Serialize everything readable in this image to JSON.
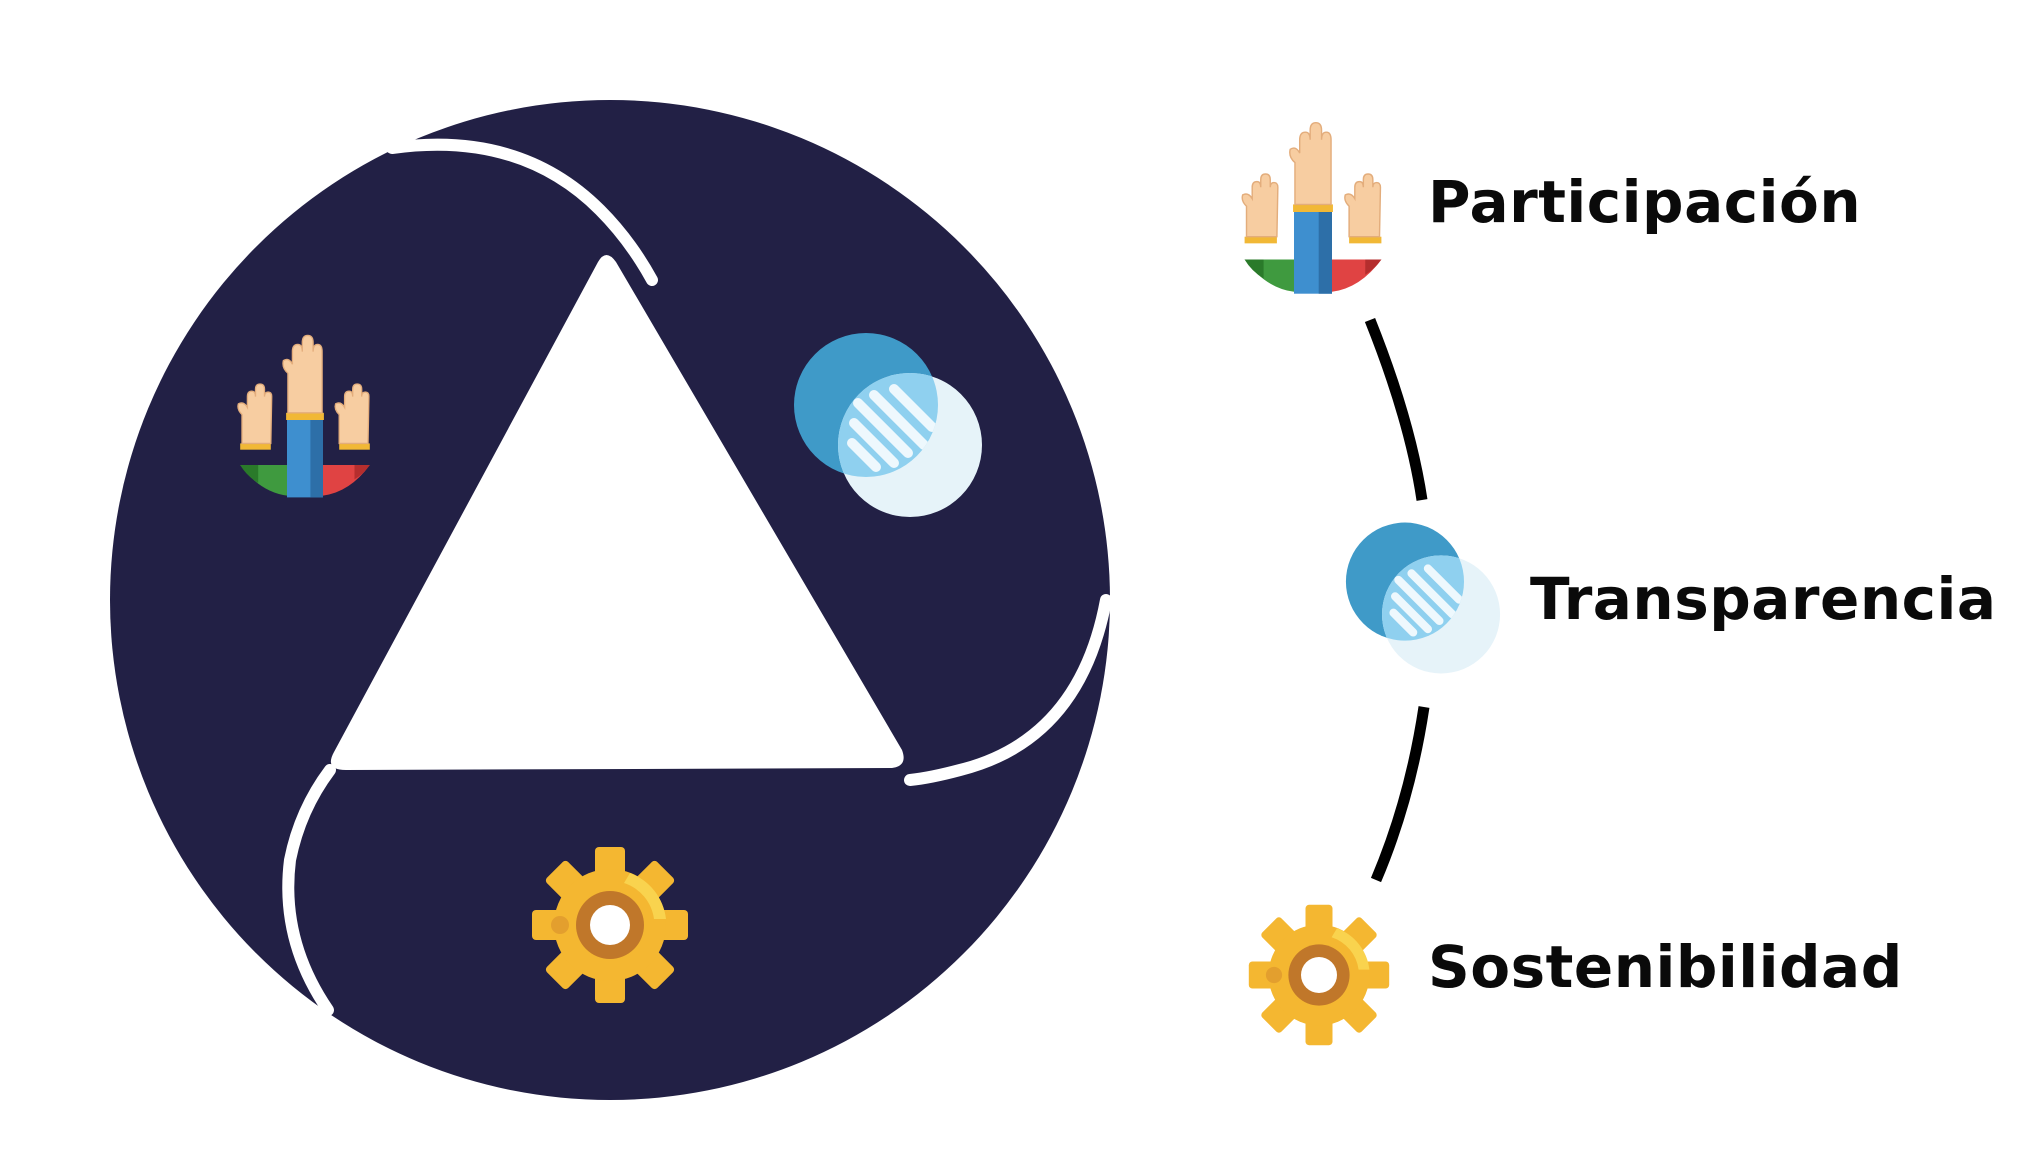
{
  "colors": {
    "circle": "#222045",
    "arc_line": "#000000",
    "text": "#0a0a0a",
    "transparency_dark": "#3f9ac8",
    "transparency_light": "#e6f3f9",
    "gear_gold": "#f4b731",
    "gear_brown": "#c0772a"
  },
  "icons": {
    "participation": "raised-hands-icon",
    "transparency": "overlapping-circles-icon",
    "sustainability": "gear-icon"
  },
  "legend": {
    "items": [
      {
        "label": "Participación",
        "icon": "raised-hands-icon"
      },
      {
        "label": "Transparencia",
        "icon": "overlapping-circles-icon"
      },
      {
        "label": "Sostenibilidad",
        "icon": "gear-icon"
      }
    ]
  }
}
